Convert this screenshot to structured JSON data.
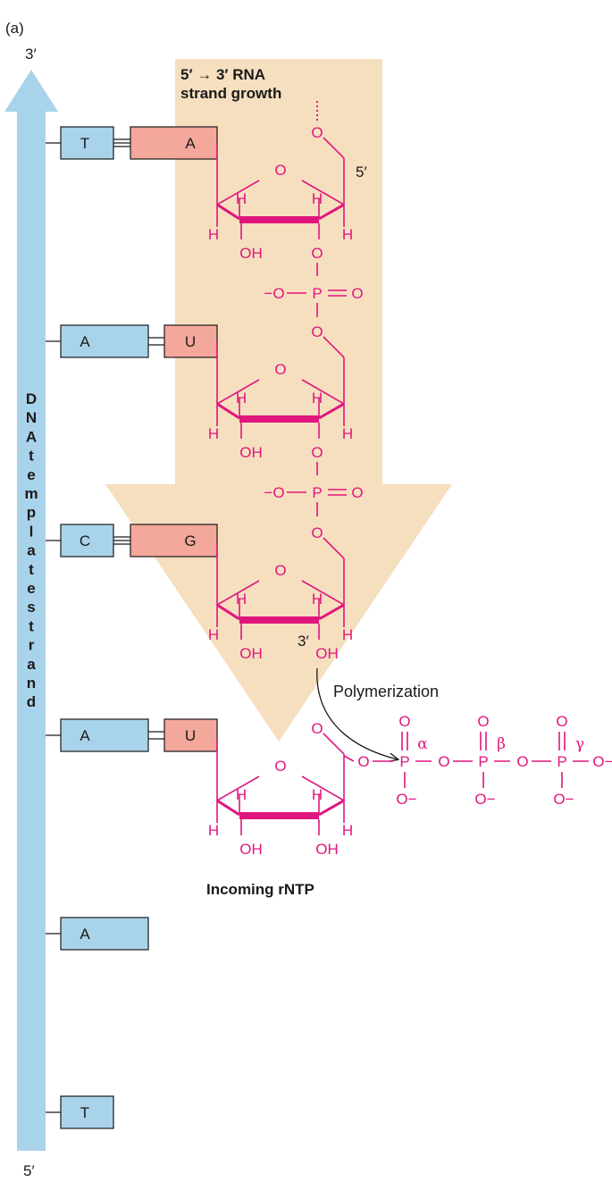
{
  "panel_label": "(a)",
  "dna_strand": {
    "end_top": "3′",
    "end_bottom": "5′",
    "label": "DNA template strand",
    "color": "#a9d3ea"
  },
  "growth_arrow": {
    "line1": "5′ → 3′ RNA",
    "line2": "strand growth",
    "color": "#f6dfbf"
  },
  "dna_bases": [
    "T",
    "A",
    "C",
    "A",
    "A",
    "T"
  ],
  "rna_bases": [
    "A",
    "U",
    "G",
    "U"
  ],
  "colors": {
    "dna_base": "#a9d3ea",
    "rna_base": "#f4a79b",
    "chem": "#e0167e"
  },
  "chem": {
    "ring_O": "O",
    "H": "H",
    "OH": "OH",
    "O": "O",
    "P": "P",
    "phosphate_left": "−O",
    "phosphate_right": "O",
    "five_prime": "5′",
    "three_prime": "3′",
    "O_minus": "O−",
    "alpha": "α",
    "beta": "β",
    "gamma": "γ"
  },
  "polymerization_label": "Polymerization",
  "incoming_label": "Incoming rNTP"
}
